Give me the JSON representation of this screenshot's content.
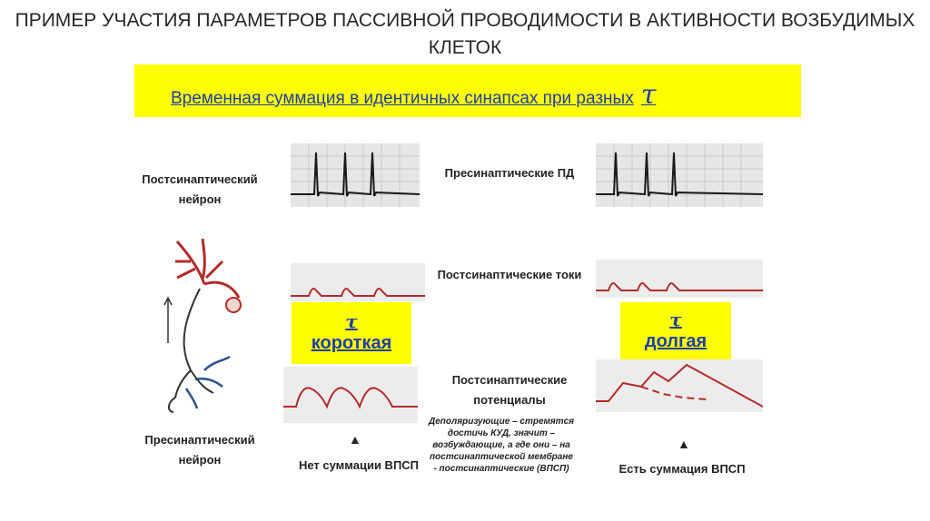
{
  "title": "ПРИМЕР УЧАСТИЯ ПАРАМЕТРОВ ПАССИВНОЙ ПРОВОДИМОСТИ В АКТИВНОСТИ ВОЗБУДИМЫХ КЛЕТОК",
  "banner": {
    "text": "Временная суммация в идентичных синапсах при разных",
    "symbol": "τ"
  },
  "labels": {
    "postsynaptic_neuron": "Постсинаптический нейрон",
    "presynaptic_neuron": "Пресинаптический нейрон",
    "presynaptic_ap": "Пресинаптические ПД",
    "postsynaptic_currents": "Постсинаптические токи",
    "postsynaptic_potentials": "Постсинаптические потенциалы"
  },
  "left_box": {
    "symbol": "τ",
    "text": "короткая"
  },
  "right_box": {
    "symbol": "τ",
    "text": "долгая"
  },
  "captions": {
    "left": "Нет суммации ВПСП",
    "right": "Есть суммация ВПСП",
    "arrow": "▲"
  },
  "note": "Деполяризующие – стремятся достичь КУД, значит – возбуждающие, а где они – на постсинаптической мембране - постсинаптические (ВПСП)",
  "colors": {
    "banner": "#ffff00",
    "trace_red": "#b52a2a",
    "trace_black": "#1a1a1a",
    "link_blue": "#1f3fa8"
  }
}
